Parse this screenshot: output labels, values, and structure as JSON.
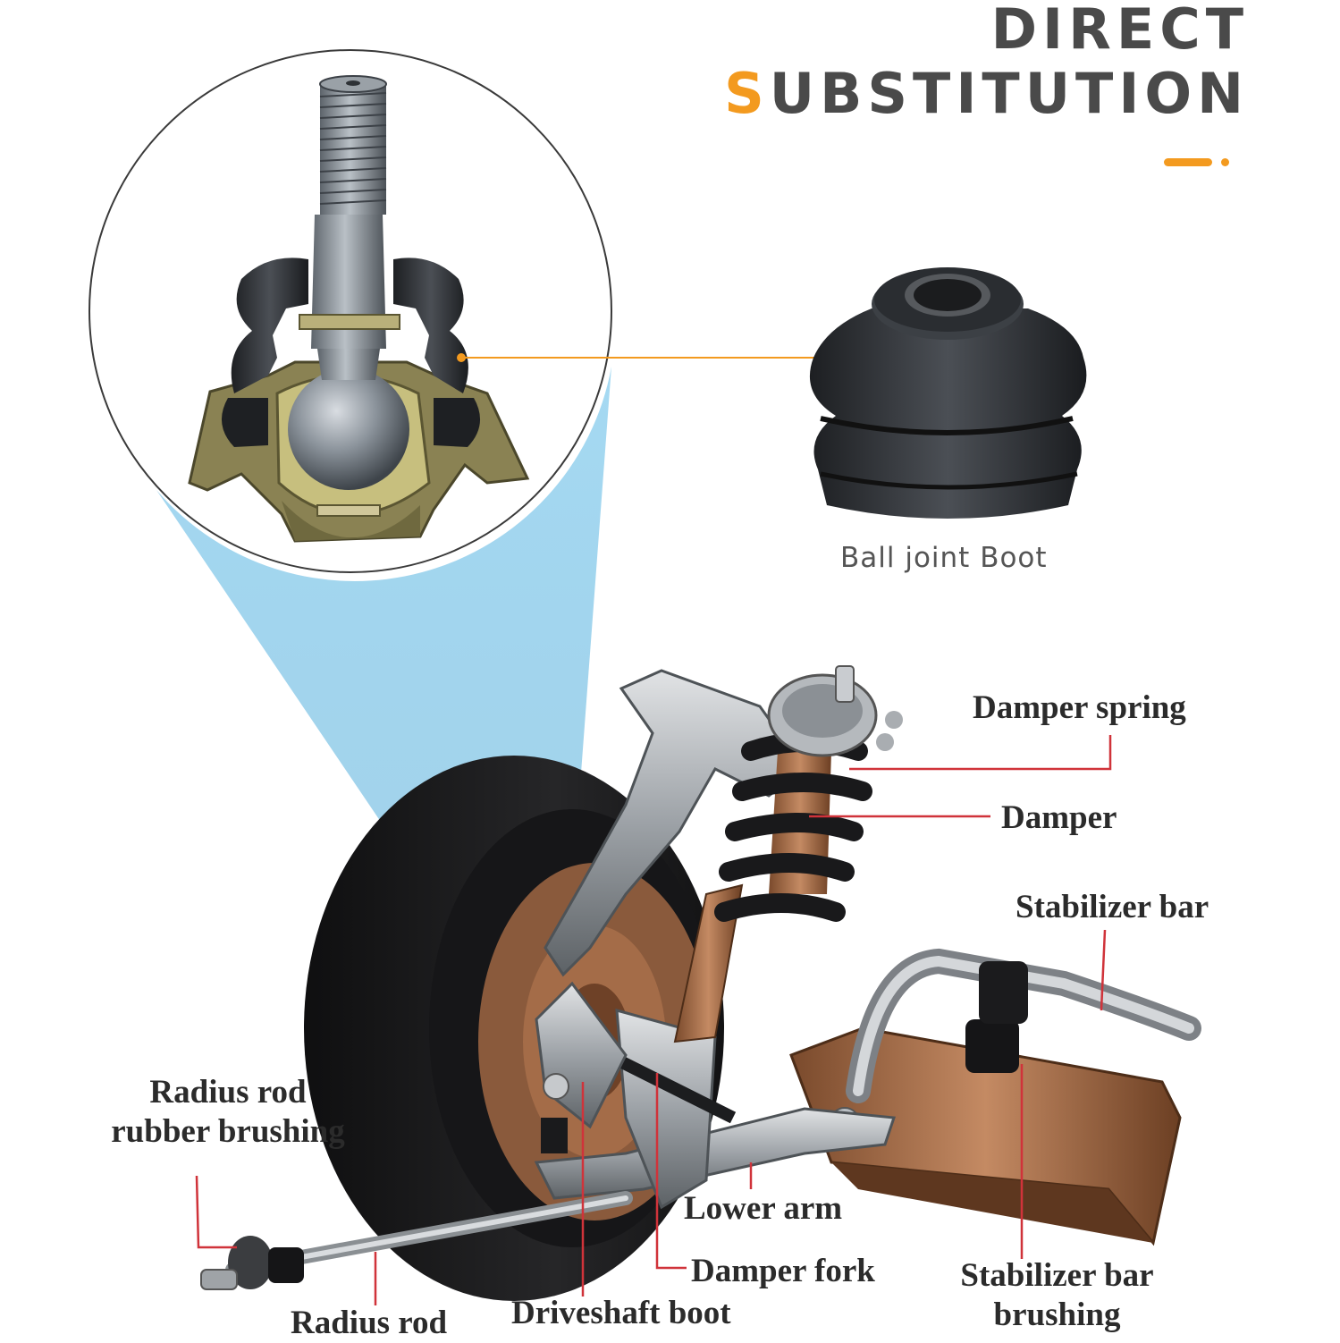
{
  "heading": {
    "line1": "DIRECT",
    "line2_accent": "S",
    "line2_rest": "UBSTITUTION"
  },
  "boot_caption": "Ball joint Boot",
  "labels": {
    "damper_spring": "Damper spring",
    "damper": "Damper",
    "stabilizer_bar": "Stabilizer bar",
    "radius_rod_rubber_line1": "Radius rod",
    "radius_rod_rubber_line2": "rubber brushing",
    "lower_arm": "Lower arm",
    "damper_fork": "Damper fork",
    "stabilizer_bar_brushing_line1": "Stabilizer bar",
    "stabilizer_bar_brushing_line2": "brushing",
    "radius_rod": "Radius rod",
    "driveshaft_boot": "Driveshaft boot"
  },
  "colors": {
    "accent": "#f39a1f",
    "heading": "#4a4a4a",
    "leader": "#d0333a",
    "highlight_cone": "#7ec8ea"
  }
}
